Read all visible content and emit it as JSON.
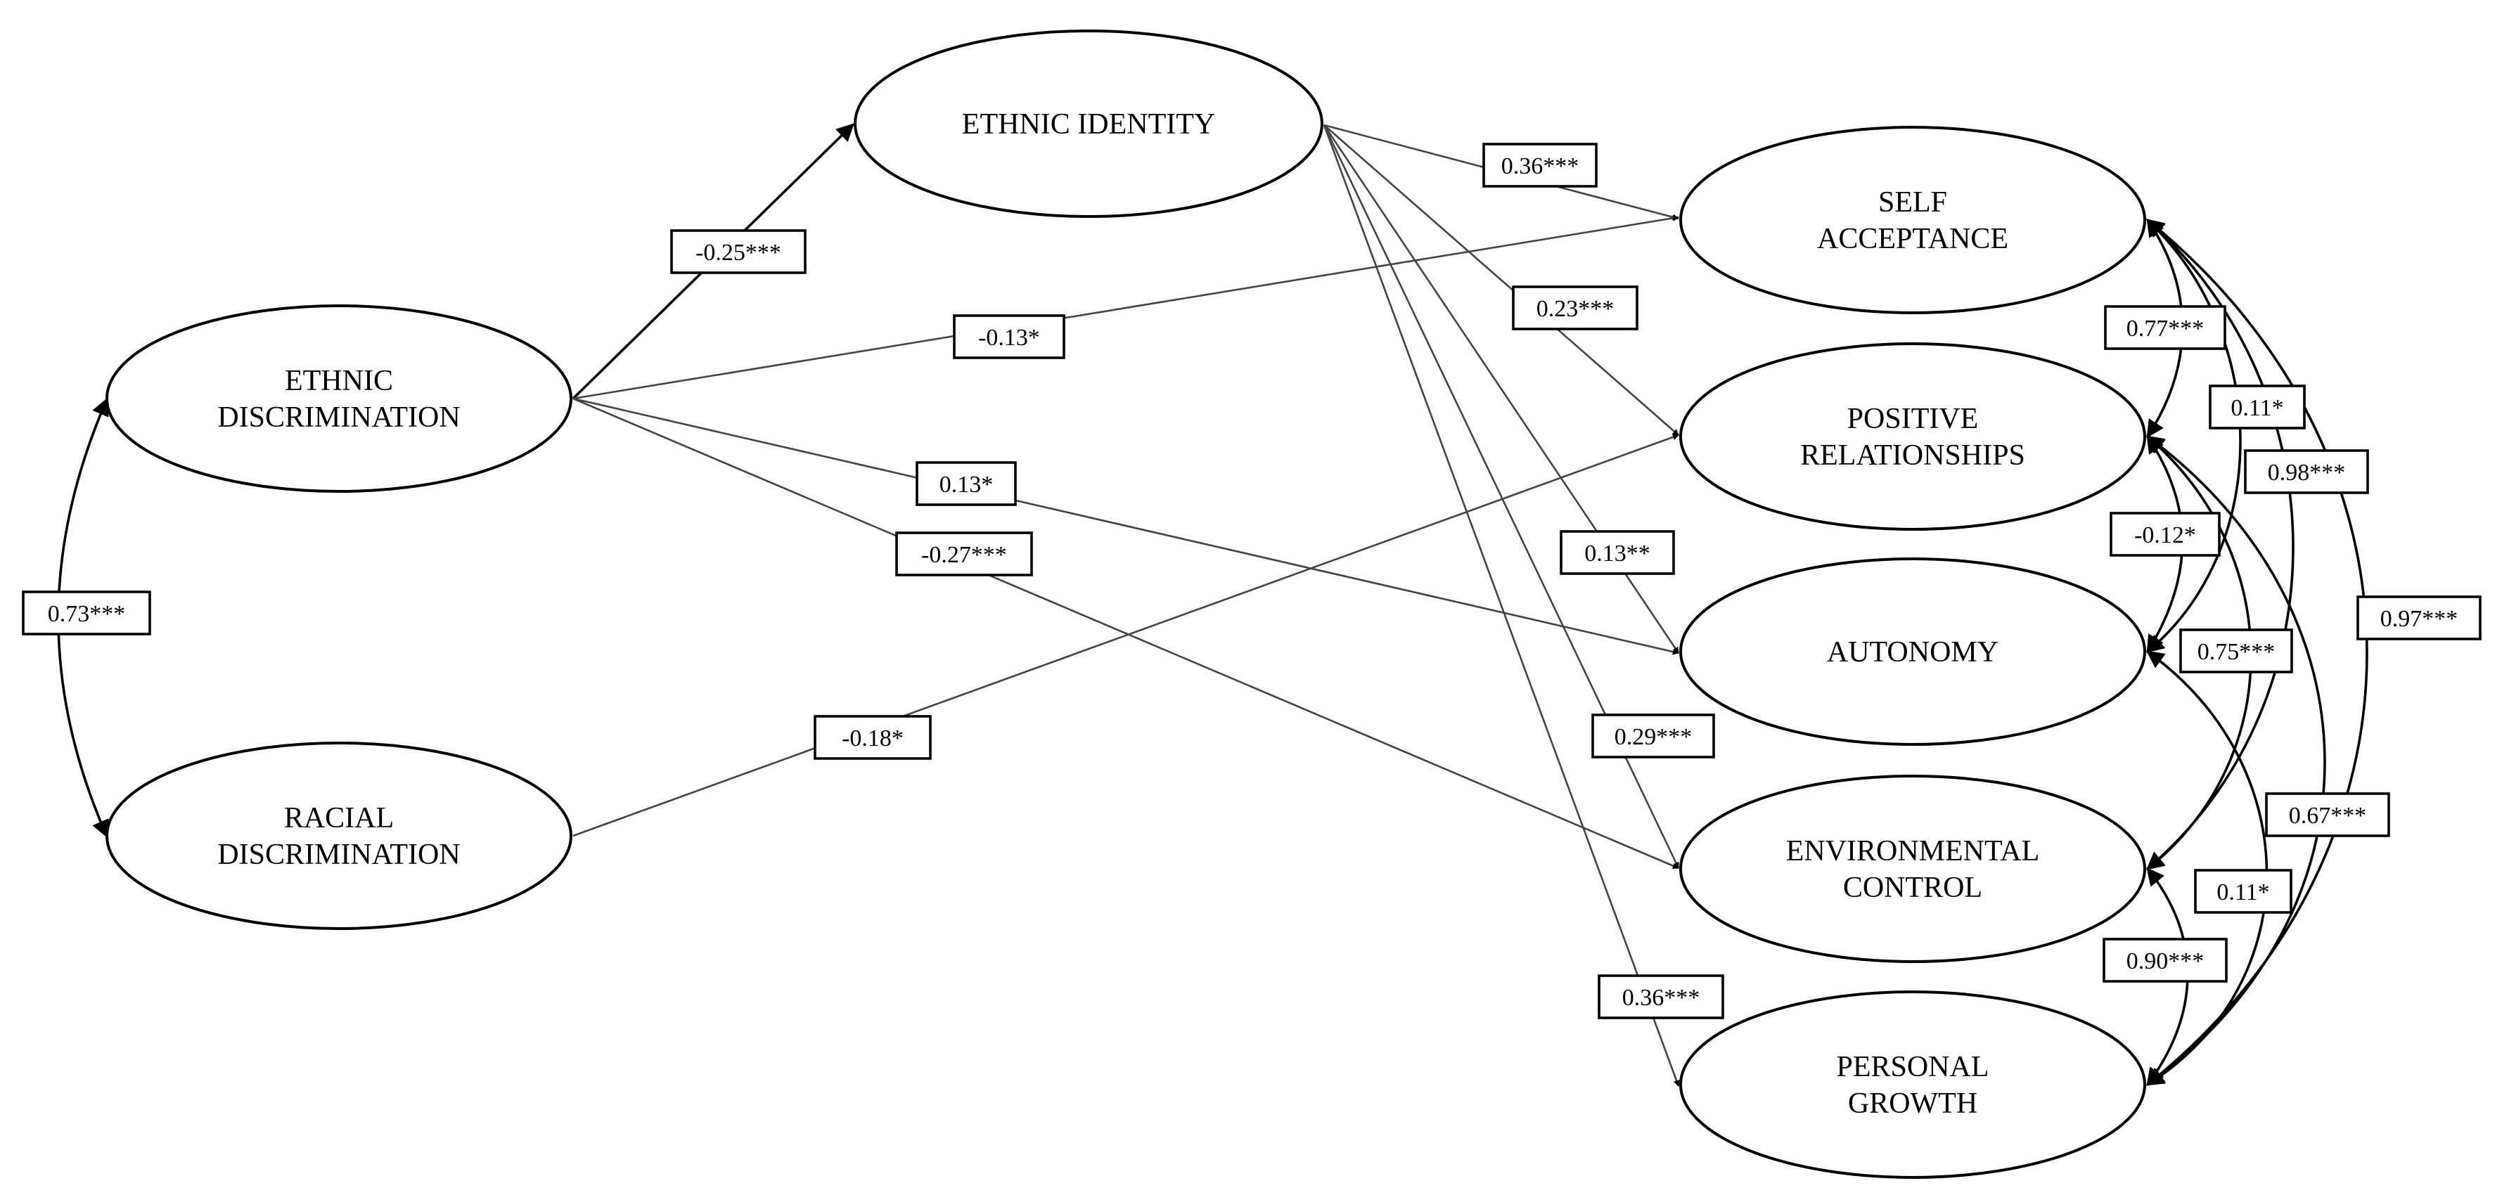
{
  "colors": {
    "stroke": "#000000",
    "path_line": "#444444",
    "background": "#ffffff"
  },
  "nodes": {
    "ethnic_discrimination": [
      "ETHNIC",
      "DISCRIMINATION"
    ],
    "racial_discrimination": [
      "RACIAL",
      "DISCRIMINATION"
    ],
    "ethnic_identity": [
      "ETHNIC IDENTITY"
    ],
    "self_acceptance": [
      "SELF",
      "ACCEPTANCE"
    ],
    "positive_relationships": [
      "POSITIVE",
      "RELATIONSHIPS"
    ],
    "autonomy": [
      "AUTONOMY"
    ],
    "environmental_control": [
      "ENVIRONMENTAL",
      "CONTROL"
    ],
    "personal_growth": [
      "PERSONAL",
      "GROWTH"
    ]
  },
  "paths": [
    {
      "id": "ed_ei",
      "from": "ethnic_discrimination",
      "to": "ethnic_identity",
      "coefficient": "-0.25***"
    },
    {
      "id": "ed_sa",
      "from": "ethnic_discrimination",
      "to": "self_acceptance",
      "coefficient": "-0.13*"
    },
    {
      "id": "ed_au",
      "from": "ethnic_discrimination",
      "to": "autonomy",
      "coefficient": "0.13*"
    },
    {
      "id": "ed_ec",
      "from": "ethnic_discrimination",
      "to": "environmental_control",
      "coefficient": "-0.27***"
    },
    {
      "id": "rd_pr",
      "from": "racial_discrimination",
      "to": "positive_relationships",
      "coefficient": "-0.18*"
    },
    {
      "id": "ei_sa",
      "from": "ethnic_identity",
      "to": "self_acceptance",
      "coefficient": "0.36***"
    },
    {
      "id": "ei_pr",
      "from": "ethnic_identity",
      "to": "positive_relationships",
      "coefficient": "0.23***"
    },
    {
      "id": "ei_au",
      "from": "ethnic_identity",
      "to": "autonomy",
      "coefficient": "0.13**"
    },
    {
      "id": "ei_ec",
      "from": "ethnic_identity",
      "to": "environmental_control",
      "coefficient": "0.29***"
    },
    {
      "id": "ei_pg",
      "from": "ethnic_identity",
      "to": "personal_growth",
      "coefficient": "0.36***"
    }
  ],
  "covariances": [
    {
      "id": "ed_rd",
      "between": [
        "ethnic_discrimination",
        "racial_discrimination"
      ],
      "coefficient": "0.73***"
    },
    {
      "id": "sa_pr",
      "between": [
        "self_acceptance",
        "positive_relationships"
      ],
      "coefficient": "0.77***"
    },
    {
      "id": "sa_au",
      "between": [
        "self_acceptance",
        "autonomy"
      ],
      "coefficient": "0.11*"
    },
    {
      "id": "sa_ec",
      "between": [
        "self_acceptance",
        "environmental_control"
      ],
      "coefficient": "0.98***"
    },
    {
      "id": "sa_pg",
      "between": [
        "self_acceptance",
        "personal_growth"
      ],
      "coefficient": "0.97***"
    },
    {
      "id": "pr_au",
      "between": [
        "positive_relationships",
        "autonomy"
      ],
      "coefficient": "-0.12*"
    },
    {
      "id": "pr_ec",
      "between": [
        "positive_relationships",
        "environmental_control"
      ],
      "coefficient": "0.75***"
    },
    {
      "id": "pr_pg",
      "between": [
        "positive_relationships",
        "personal_growth"
      ],
      "coefficient": "0.67***"
    },
    {
      "id": "au_pg",
      "between": [
        "autonomy",
        "personal_growth"
      ],
      "coefficient": "0.11*"
    },
    {
      "id": "ec_pg",
      "between": [
        "environmental_control",
        "personal_growth"
      ],
      "coefficient": "0.90***"
    }
  ]
}
